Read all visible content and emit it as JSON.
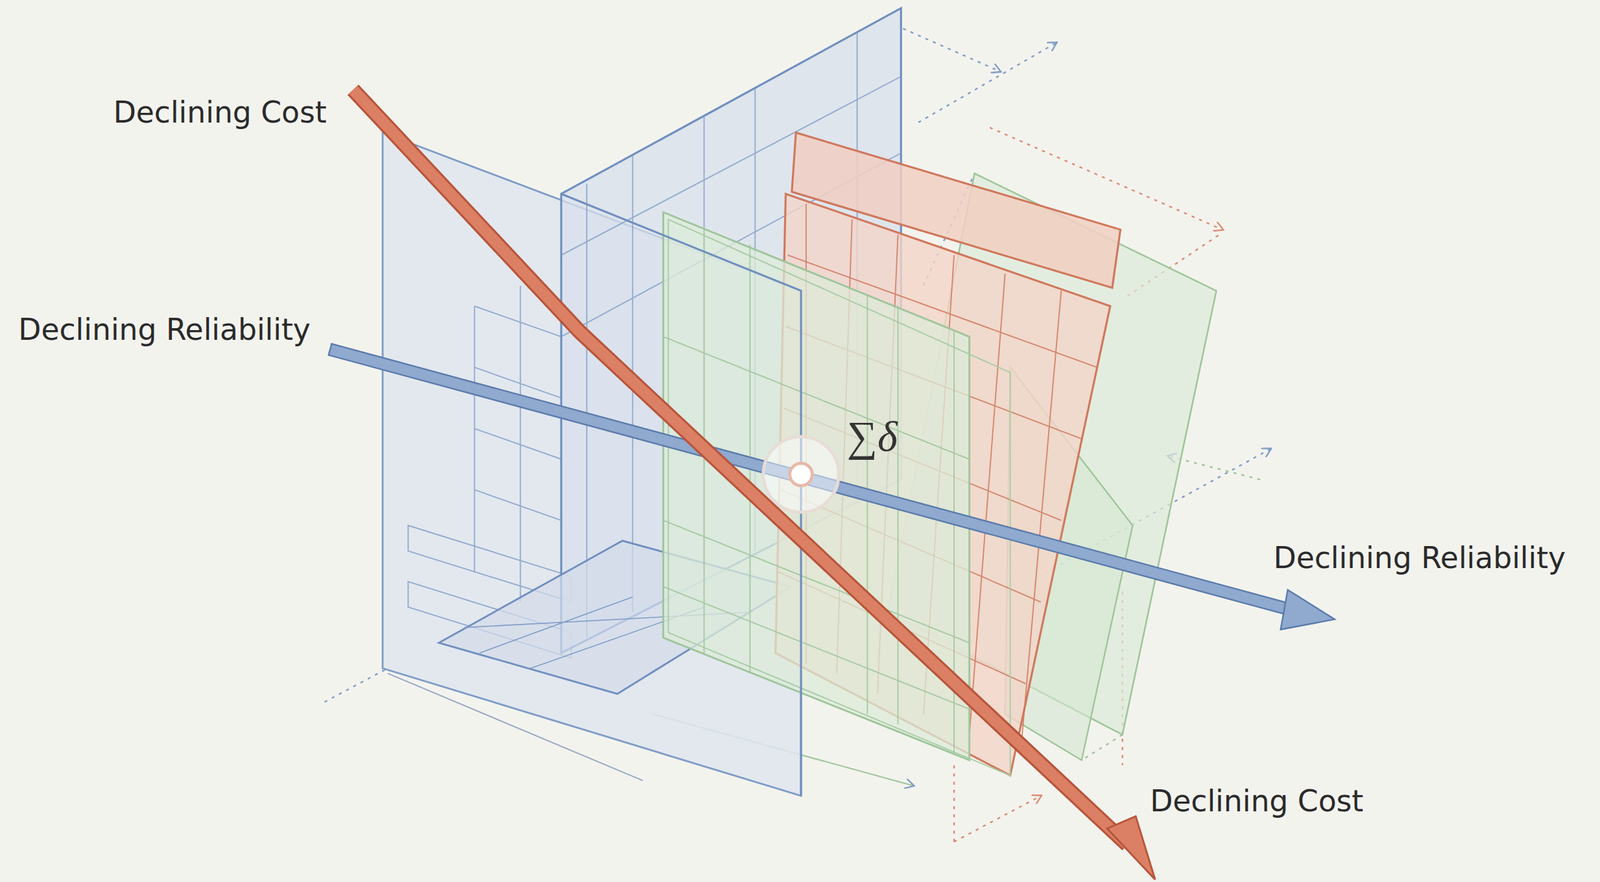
{
  "diagram": {
    "labels": [
      "Declining Cost",
      "Declining Reliability",
      "∑δ",
      "Declining Reliability",
      "Declining Cost"
    ]
  }
}
